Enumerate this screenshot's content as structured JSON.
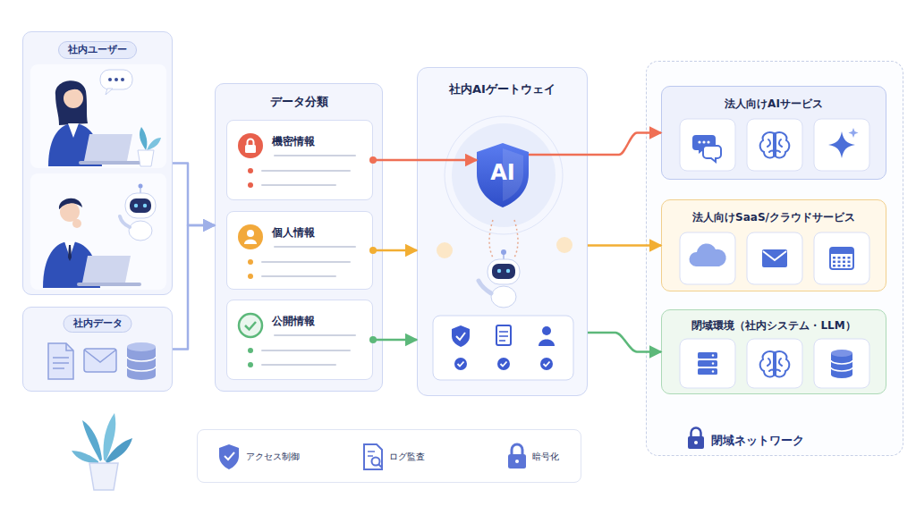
{
  "diagram": {
    "nodes": [
      {
        "text": [
          "社内ユーザー"
        ]
      },
      {
        "text": [
          "社内データ"
        ]
      },
      {
        "text": [
          "データ分類"
        ]
      },
      {
        "text": [
          "機密情報"
        ],
        "in": 2
      },
      {
        "text": [
          "個人情報"
        ],
        "in": 2
      },
      {
        "text": [
          "公開情報"
        ],
        "in": 2
      },
      {
        "text": [
          "社内AIゲートウェイ"
        ]
      },
      {
        "text": [
          "AI"
        ],
        "in": 6
      },
      {
        "text": [
          "閉域ネットワーク"
        ]
      },
      {
        "text": [
          "法人向けAIサービス"
        ],
        "in": 8
      },
      {
        "text": [
          "法人向けSaaS/クラウドサービス"
        ],
        "in": 8
      },
      {
        "text": [
          "閉域環境（社内システム・LLM）"
        ],
        "in": 8
      },
      {
        "text": [
          "アクセス制御",
          "ログ監査",
          "暗号化"
        ]
      }
    ],
    "edges": [
      {
        "from": 0,
        "to": 2,
        "arrow": "to"
      },
      {
        "from": 1,
        "to": 2,
        "arrow": "to"
      },
      {
        "from": 3,
        "to": 7,
        "arrow": "to"
      },
      {
        "from": 7,
        "to": 9,
        "arrow": "to"
      },
      {
        "from": 4,
        "to": 6,
        "arrow": "to"
      },
      {
        "from": 6,
        "to": 10,
        "arrow": "to"
      },
      {
        "from": 5,
        "to": 6,
        "arrow": "to"
      },
      {
        "from": 6,
        "to": 11,
        "arrow": "to"
      }
    ]
  }
}
